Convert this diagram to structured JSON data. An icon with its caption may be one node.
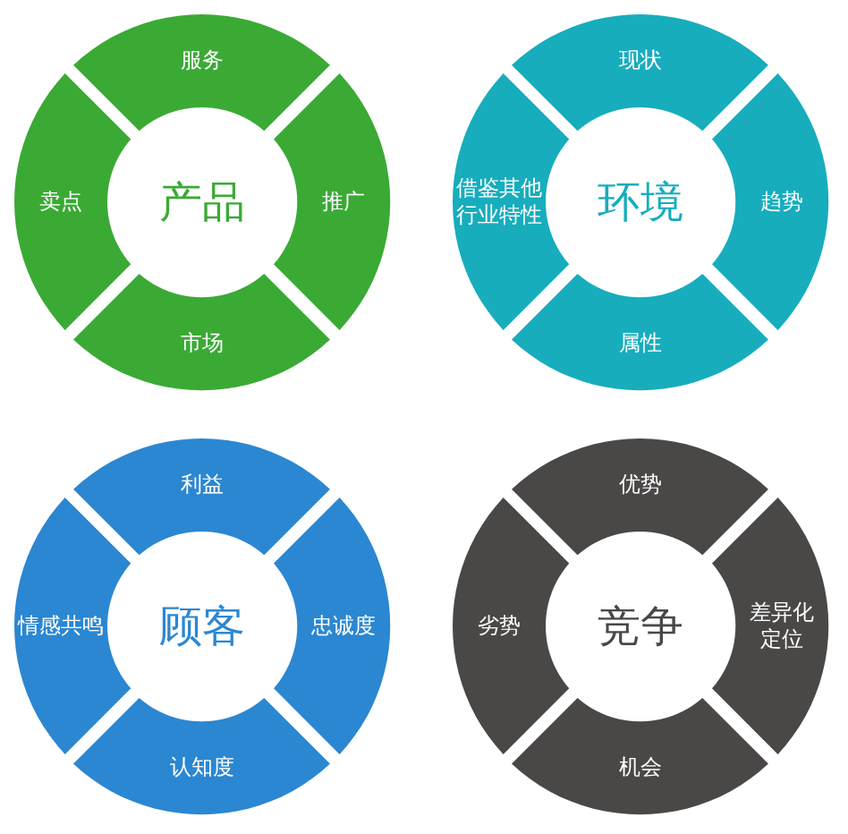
{
  "diagram": {
    "nodes": [
      {
        "text": [
          "服务"
        ]
      },
      {
        "text": [
          "卖点"
        ]
      },
      {
        "text": [
          "产品"
        ]
      },
      {
        "text": [
          "推广"
        ]
      },
      {
        "text": [
          "市场"
        ]
      },
      {
        "text": [
          "现状"
        ]
      },
      {
        "text": [
          "借鉴其他行业特性"
        ]
      },
      {
        "text": [
          "环境"
        ]
      },
      {
        "text": [
          "趋势"
        ]
      },
      {
        "text": [
          "属性"
        ]
      },
      {
        "text": [
          "利益"
        ]
      },
      {
        "text": [
          "情感共鸣"
        ]
      },
      {
        "text": [
          "顾客"
        ]
      },
      {
        "text": [
          "忠诚度"
        ]
      },
      {
        "text": [
          "认知度"
        ]
      },
      {
        "text": [
          "优势"
        ]
      },
      {
        "text": [
          "劣势"
        ]
      },
      {
        "text": [
          "竞争"
        ]
      },
      {
        "text": [
          "差异化定位"
        ]
      },
      {
        "text": [
          "机会"
        ]
      }
    ]
  }
}
